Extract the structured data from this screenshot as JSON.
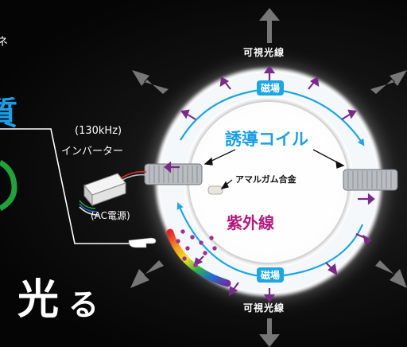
{
  "labels": {
    "visible_top": "可視光線",
    "visible_bottom": "可視光線",
    "magnetic_top": "磁場",
    "magnetic_bottom": "磁場",
    "induction_coil": "誘導コイル",
    "amalgam": "アマルガム合金",
    "ultraviolet": "紫外線",
    "frequency": "(130kHz)",
    "inverter": "インバーター",
    "ac_power": "(AC電源)",
    "glow_kanji": "光",
    "glow_kana": "る",
    "cut_blue_glyph": "質",
    "cut_small_glyph": "ネ"
  },
  "colors": {
    "field_arrow": "#1ba6e4",
    "uv_arrow": "#7a2a8a",
    "uv_dot": "#a0308f",
    "coil_text": "#1aa0ea",
    "uv_text": "#b5187c",
    "green_accent": "#1fa33a"
  }
}
